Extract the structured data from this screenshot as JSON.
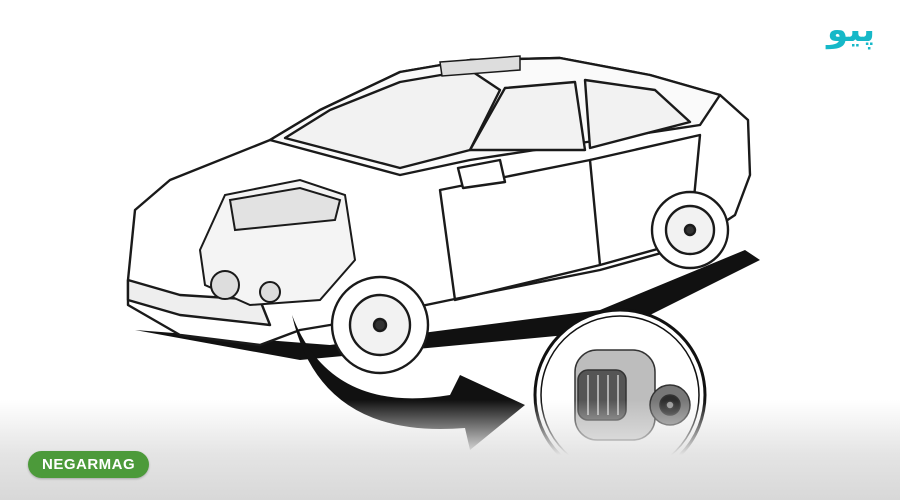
{
  "logo": {
    "text": "پیو",
    "color": "#16b8c8"
  },
  "badge": {
    "text": "NEGARMAG",
    "color": "#4c9a3a",
    "text_color": "#ffffff"
  },
  "illustration": {
    "subject": "car-line-drawing",
    "inset": "alternator"
  }
}
